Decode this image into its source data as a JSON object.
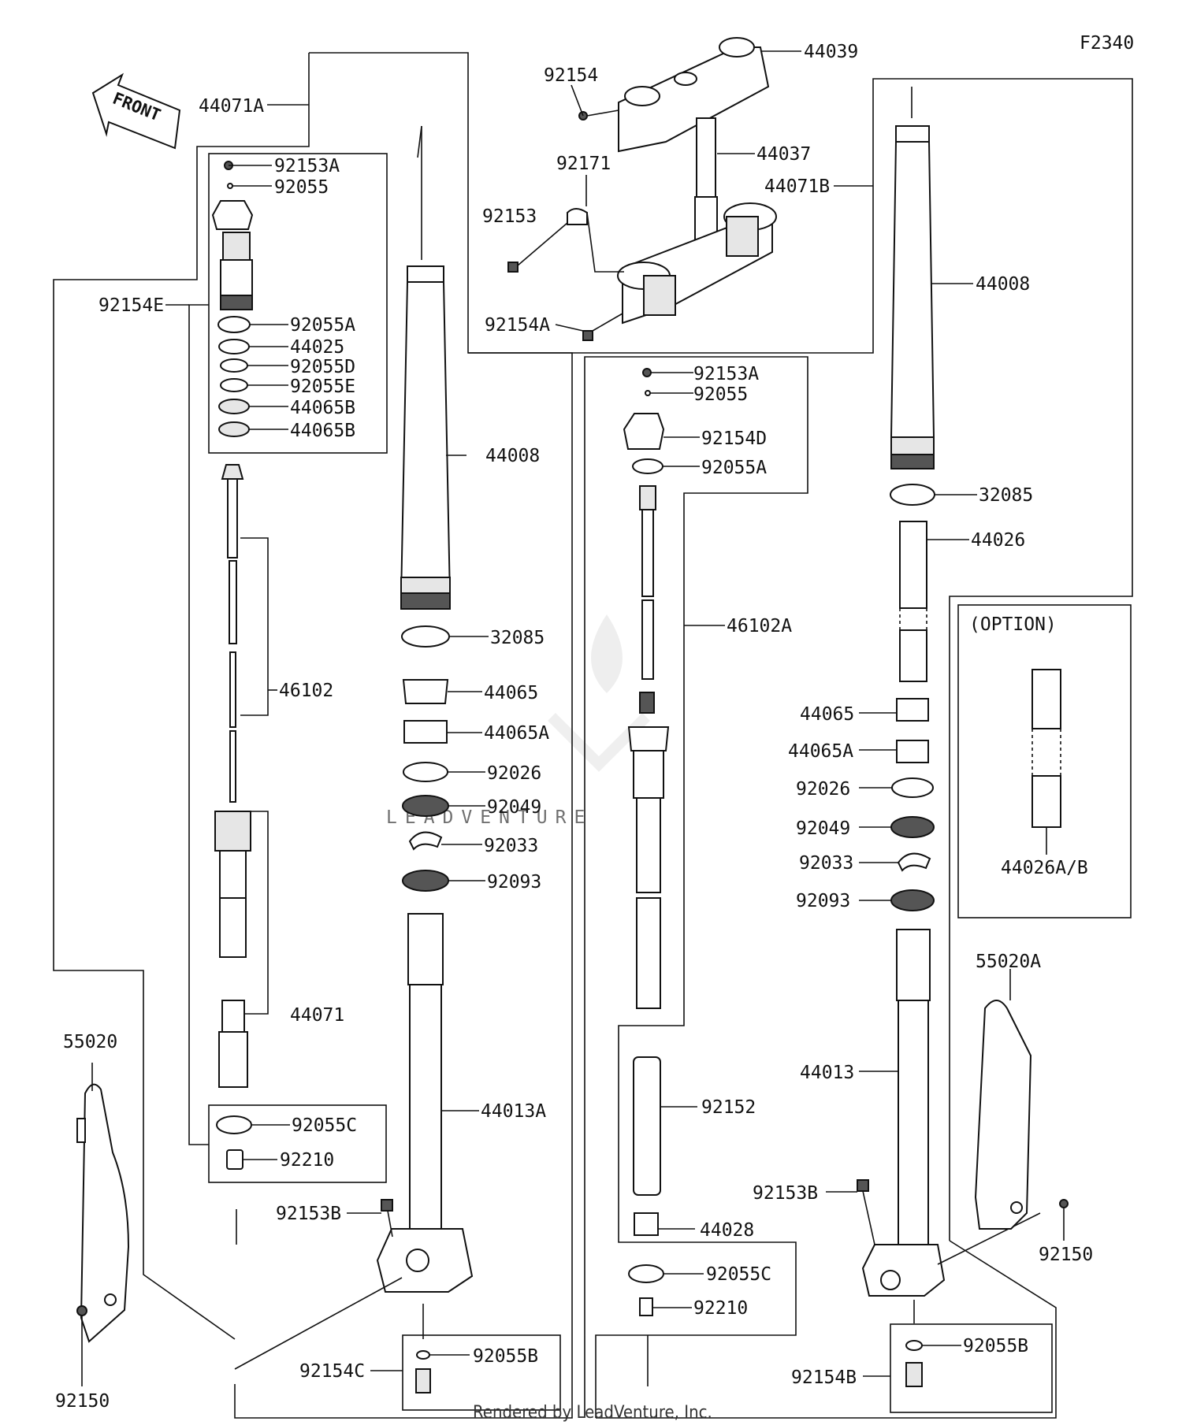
{
  "diagram_id": "F2340",
  "front_label": "FRONT",
  "watermark": "LEADVENTURE",
  "footer": "Rendered by LeadVenture, Inc.",
  "option_label": "(OPTION)",
  "labels": {
    "p44071A": "44071A",
    "p92153A_l": "92153A",
    "p92055_l": "92055",
    "p92154E": "92154E",
    "p92055A_l": "92055A",
    "p44025": "44025",
    "p92055D": "92055D",
    "p92055E": "92055E",
    "p44065B_1": "44065B",
    "p44065B_2": "44065B",
    "p46102": "46102",
    "p44071": "44071",
    "p92055C_l": "92055C",
    "p92210_l": "92210",
    "p55020": "55020",
    "p92150_l": "92150",
    "p92154": "92154",
    "p44039": "44039",
    "p44037": "44037",
    "p92171": "92171",
    "p92153": "92153",
    "p44071B": "44071B",
    "p92154A": "92154A",
    "p44008_l": "44008",
    "p32085_l": "32085",
    "p44065_l": "44065",
    "p44065A_l": "44065A",
    "p92026_l": "92026",
    "p92049_l": "92049",
    "p92033_l": "92033",
    "p92093_l": "92093",
    "p44013A": "44013A",
    "p92153B_l": "92153B",
    "p92154C": "92154C",
    "p92055B_l": "92055B",
    "p92153A_r": "92153A",
    "p92055_r": "92055",
    "p92154D": "92154D",
    "p92055A_r": "92055A",
    "p46102A": "46102A",
    "p92152": "92152",
    "p44028": "44028",
    "p92055C_r": "92055C",
    "p92210_r": "92210",
    "p44008_r": "44008",
    "p32085_r": "32085",
    "p44026": "44026",
    "p44065_r": "44065",
    "p44065A_r": "44065A",
    "p92026_r": "92026",
    "p92049_r": "92049",
    "p92033_r": "92033",
    "p92093_r": "92093",
    "p44013": "44013",
    "p92153B_r": "92153B",
    "p92154B": "92154B",
    "p92055B_r": "92055B",
    "p44026AB": "44026A/B",
    "p55020A": "55020A",
    "p92150_r": "92150"
  }
}
